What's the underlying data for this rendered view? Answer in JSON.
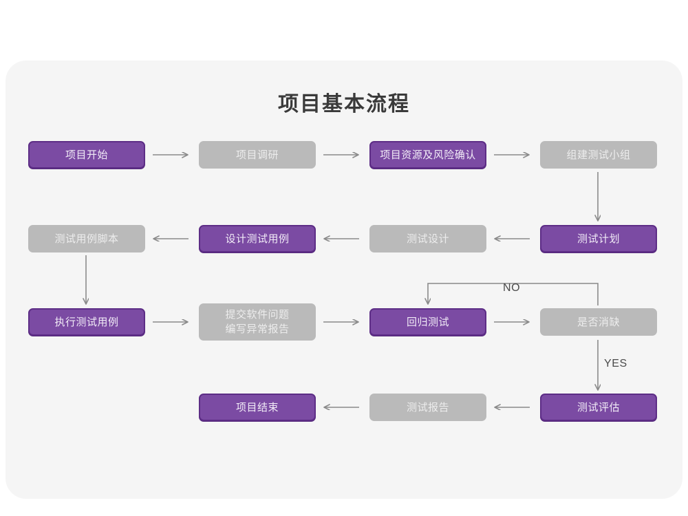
{
  "page": {
    "title": "项目基本流程",
    "background_color": "#ffffff",
    "card_color": "#f5f5f5"
  },
  "theme": {
    "purple_fill": "#7b4ba3",
    "purple_border": "#5d2d86",
    "purple_text": "#f2ecf7",
    "gray_fill": "#bababa",
    "gray_text": "#ededed",
    "connector_color": "#8a8a8a",
    "label_color": "#4a4a4a",
    "title_color": "#3a3a3a"
  },
  "chart_data": {
    "type": "diagram",
    "title": "项目基本流程",
    "nodes": [
      {
        "id": "n1",
        "label": "项目开始",
        "style": "purple",
        "row": 1,
        "col": 1
      },
      {
        "id": "n2",
        "label": "项目调研",
        "style": "gray",
        "row": 1,
        "col": 2
      },
      {
        "id": "n3",
        "label": "项目资源及风险确认",
        "style": "purple",
        "row": 1,
        "col": 3
      },
      {
        "id": "n4",
        "label": "组建测试小组",
        "style": "gray",
        "row": 1,
        "col": 4
      },
      {
        "id": "n5",
        "label": "测试用例脚本",
        "style": "gray",
        "row": 2,
        "col": 1
      },
      {
        "id": "n6",
        "label": "设计测试用例",
        "style": "purple",
        "row": 2,
        "col": 2
      },
      {
        "id": "n7",
        "label": "测试设计",
        "style": "gray",
        "row": 2,
        "col": 3
      },
      {
        "id": "n8",
        "label": "测试计划",
        "style": "purple",
        "row": 2,
        "col": 4
      },
      {
        "id": "n9",
        "label": "执行测试用例",
        "style": "purple",
        "row": 3,
        "col": 1
      },
      {
        "id": "n10",
        "label": "提交软件问题\n编写异常报告",
        "style": "gray",
        "row": 3,
        "col": 2
      },
      {
        "id": "n11",
        "label": "回归测试",
        "style": "purple",
        "row": 3,
        "col": 3
      },
      {
        "id": "n12",
        "label": "是否消缺",
        "style": "gray",
        "row": 3,
        "col": 4
      },
      {
        "id": "n13",
        "label": "项目结束",
        "style": "purple",
        "row": 4,
        "col": 2
      },
      {
        "id": "n14",
        "label": "测试报告",
        "style": "gray",
        "row": 4,
        "col": 3
      },
      {
        "id": "n15",
        "label": "测试评估",
        "style": "purple",
        "row": 4,
        "col": 4
      }
    ],
    "edges": [
      {
        "from": "n1",
        "to": "n2",
        "label": "",
        "direction": "right"
      },
      {
        "from": "n2",
        "to": "n3",
        "label": "",
        "direction": "right"
      },
      {
        "from": "n3",
        "to": "n4",
        "label": "",
        "direction": "right"
      },
      {
        "from": "n4",
        "to": "n8",
        "label": "",
        "direction": "down"
      },
      {
        "from": "n8",
        "to": "n7",
        "label": "",
        "direction": "left"
      },
      {
        "from": "n7",
        "to": "n6",
        "label": "",
        "direction": "left"
      },
      {
        "from": "n6",
        "to": "n5",
        "label": "",
        "direction": "left"
      },
      {
        "from": "n5",
        "to": "n9",
        "label": "",
        "direction": "down"
      },
      {
        "from": "n9",
        "to": "n10",
        "label": "",
        "direction": "right"
      },
      {
        "from": "n10",
        "to": "n11",
        "label": "",
        "direction": "right"
      },
      {
        "from": "n11",
        "to": "n12",
        "label": "",
        "direction": "right"
      },
      {
        "from": "n12",
        "to": "n11",
        "label": "NO",
        "direction": "loop-up-left"
      },
      {
        "from": "n12",
        "to": "n15",
        "label": "YES",
        "direction": "down"
      },
      {
        "from": "n15",
        "to": "n14",
        "label": "",
        "direction": "left"
      },
      {
        "from": "n14",
        "to": "n13",
        "label": "",
        "direction": "left"
      }
    ],
    "edge_labels": {
      "no": "NO",
      "yes": "YES"
    }
  }
}
